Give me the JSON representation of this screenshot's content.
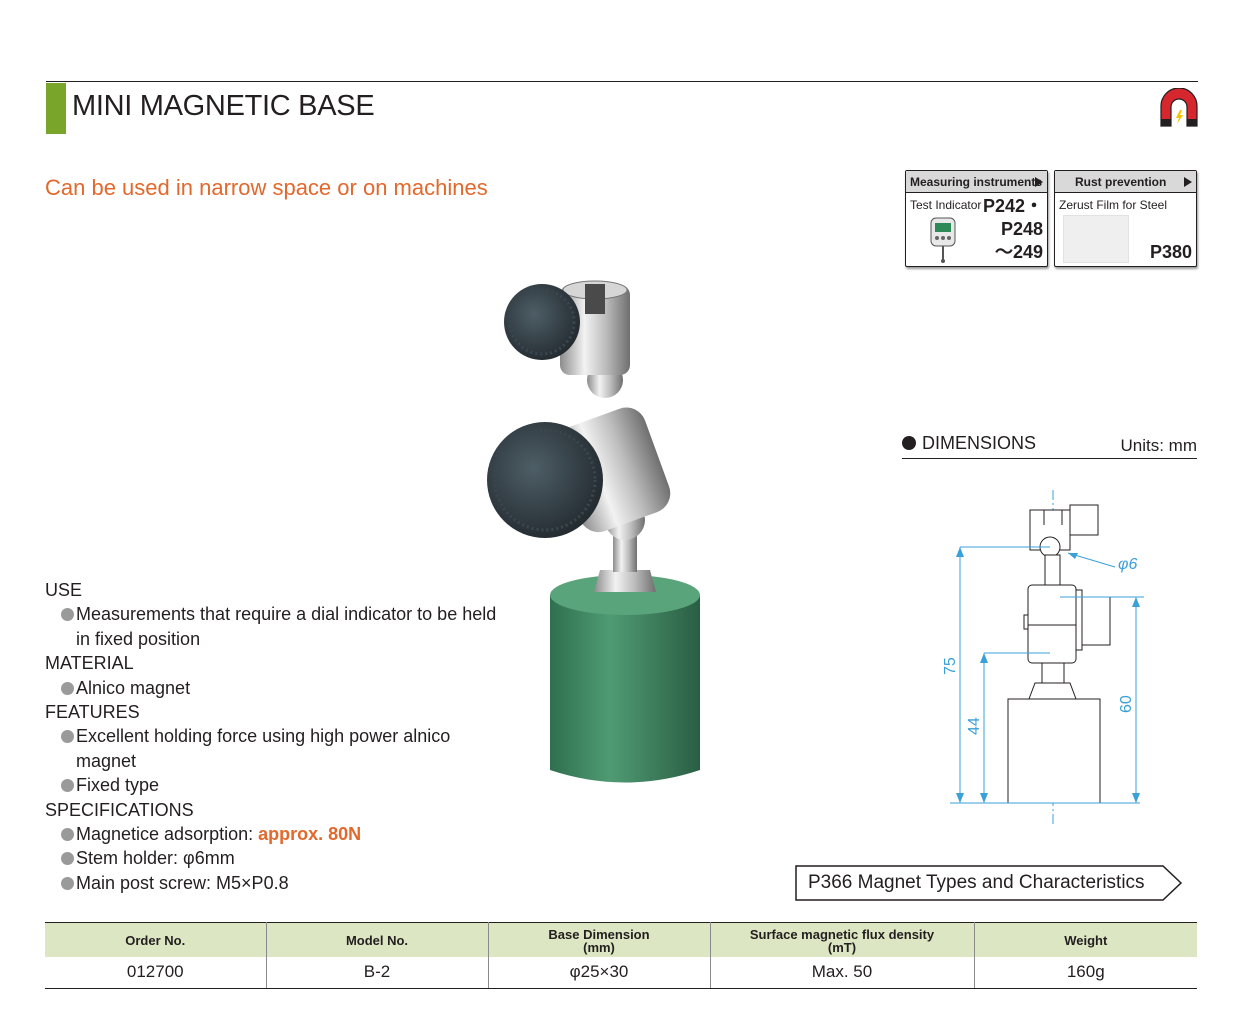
{
  "header": {
    "title": "MINI MAGNETIC BASE",
    "subtitle": "Can be used in narrow space or on machines",
    "icon": "magnet-icon",
    "accent_color": "#7aa52b",
    "highlight_color": "#e2682c"
  },
  "references": [
    {
      "heading": "Measuring instruments",
      "item": "Test Indicator",
      "pages": [
        "P242・",
        "P248",
        "～249"
      ]
    },
    {
      "heading": "Rust prevention",
      "item": "Zerust Film for Steel",
      "pages": [
        "P380"
      ]
    }
  ],
  "dimensions": {
    "heading": "DIMENSIONS",
    "units": "Units: mm",
    "labels": {
      "stem": "φ6",
      "height_total": "75",
      "height_mid": "44",
      "height_post": "60"
    }
  },
  "specs": {
    "use_heading": "USE",
    "use_items": [
      "Measurements that require a dial indicator to be held in fixed position"
    ],
    "material_heading": "MATERIAL",
    "material_items": [
      "Alnico magnet"
    ],
    "features_heading": "FEATURES",
    "features_items": [
      "Excellent holding force using high power alnico magnet",
      "Fixed type"
    ],
    "specifications_heading": "SPECIFICATIONS",
    "adsorption_label": "Magnetice adsorption: ",
    "adsorption_value": "approx. 80N",
    "stem_holder": "Stem holder: φ6mm",
    "main_post": "Main post screw: M5×P0.8"
  },
  "link": {
    "label": "P366 Magnet Types and Characteristics"
  },
  "table": {
    "headers": [
      [
        "Order No.",
        ""
      ],
      [
        "Model No.",
        ""
      ],
      [
        "Base Dimension",
        "(mm)"
      ],
      [
        "Surface magnetic flux density",
        "(mT)"
      ],
      [
        "Weight",
        ""
      ]
    ],
    "rows": [
      [
        "012700",
        "B-2",
        "φ25×30",
        "Max. 50",
        "160g"
      ]
    ]
  }
}
